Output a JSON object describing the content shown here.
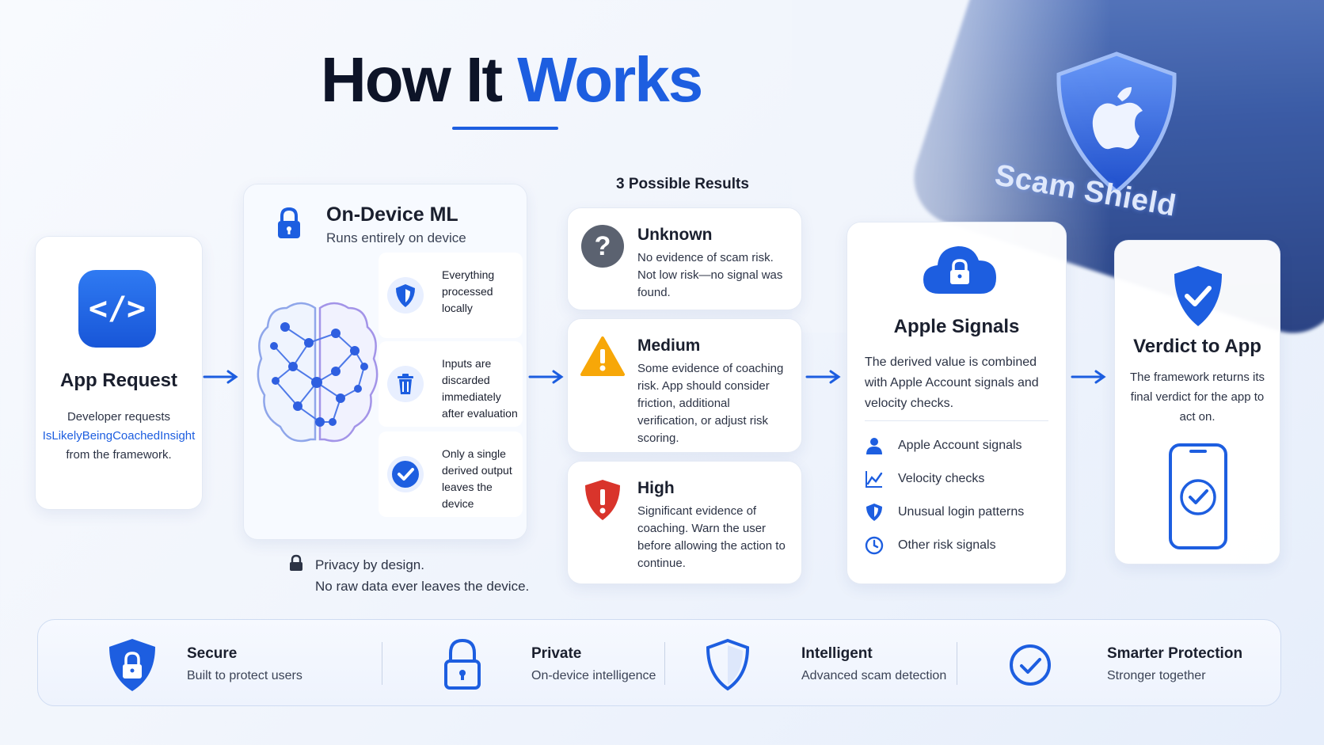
{
  "title": {
    "part1": "How It Works",
    "accent": "Works"
  },
  "background": {
    "brand_text": "Scam Shield",
    "brand_icon": "apple-shield-icon"
  },
  "app_request": {
    "icon": "code-icon",
    "icon_glyph": "</>",
    "title": "App Request",
    "desc_pre": "Developer requests",
    "desc_code": "IsLikelyBeingCoachedInsight",
    "desc_post": "from the framework."
  },
  "on_device": {
    "title": "On-Device ML",
    "subtitle": "Runs entirely on device",
    "items": [
      {
        "icon": "shield-icon",
        "text": "Everything processed locally"
      },
      {
        "icon": "trash-icon",
        "text": "Inputs are discarded immediately after evaluation"
      },
      {
        "icon": "check-circle-icon",
        "text": "Only a single derived output leaves the device"
      }
    ]
  },
  "privacy": {
    "line1": "Privacy by design.",
    "line2": "No raw data ever leaves the device."
  },
  "results": {
    "heading": "3 Possible Results",
    "items": [
      {
        "icon": "question-icon",
        "title": "Unknown",
        "text": "No evidence of scam risk. Not low risk—no signal was found.",
        "color": "#5b6270"
      },
      {
        "icon": "warning-icon",
        "title": "Medium",
        "text": "Some evidence of coaching risk. App should consider friction, additional verification, or adjust risk scoring.",
        "color": "#f7a708"
      },
      {
        "icon": "alert-shield-icon",
        "title": "High",
        "text": "Significant evidence of coaching. Warn the user before allowing the action to continue.",
        "color": "#d9342b"
      }
    ]
  },
  "apple_signals": {
    "title": "Apple Signals",
    "desc": "The derived value is combined with Apple Account signals and velocity checks.",
    "items": [
      {
        "icon": "user-icon",
        "label": "Apple Account signals"
      },
      {
        "icon": "chart-line-icon",
        "label": "Velocity checks"
      },
      {
        "icon": "shield-icon",
        "label": "Unusual login patterns"
      },
      {
        "icon": "clock-icon",
        "label": "Other risk signals"
      }
    ]
  },
  "verdict": {
    "title": "Verdict to App",
    "desc": "The framework returns its final verdict for the app to act on."
  },
  "footer": [
    {
      "icon": "lock-shield-icon",
      "title": "Secure",
      "subtitle": "Built to protect users"
    },
    {
      "icon": "padlock-icon",
      "title": "Private",
      "subtitle": "On-device intelligence"
    },
    {
      "icon": "shield-outline-icon",
      "title": "Intelligent",
      "subtitle": "Advanced scam detection"
    },
    {
      "icon": "check-circle-icon",
      "title": "Smarter Protection",
      "subtitle": "Stronger together"
    }
  ],
  "colors": {
    "accent": "#1d5ee0",
    "dark": "#0d1428"
  }
}
